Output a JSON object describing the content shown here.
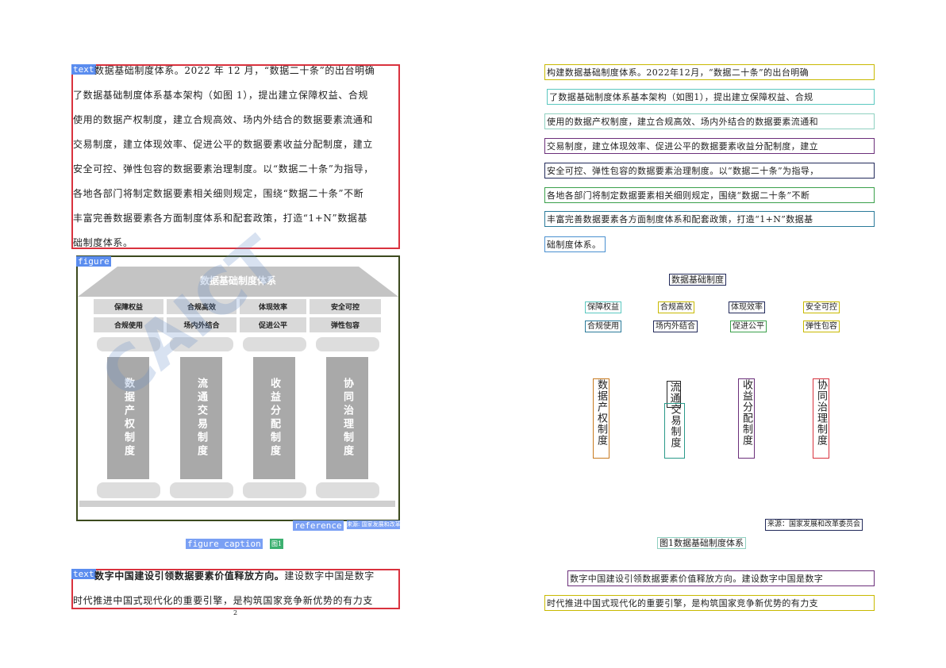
{
  "left": {
    "tags": {
      "text": "text",
      "figure": "figure",
      "reference": "reference",
      "figure_caption": "figure_caption",
      "caption_small": "图1",
      "reference_small": "来源: 国家发展和改革委员会"
    },
    "paragraph1": [
      "数据基础制度体系。2022 年 12 月，“数据二十条”的出台明确",
      "了数据基础制度体系基本架构（如图 1），提出建立保障权益、合规",
      "使用的数据产权制度，建立合规高效、场内外结合的数据要素流通和",
      "交易制度，建立体现效率、促进公平的数据要素收益分配制度，建立",
      "安全可控、弹性包容的数据要素治理制度。以“数据二十条”为指导，",
      "各地各部门将制定数据要素相关细则规定，围绕“数据二十条”不断",
      "丰富完善数据要素各方面制度体系和配套政策，打造“1+N”数据基",
      "础制度体系。"
    ],
    "figure": {
      "roof_title": "数据基础制度体系",
      "cells_row1": [
        "保障权益",
        "合规高效",
        "体现效率",
        "安全可控"
      ],
      "cells_row2": [
        "合规使用",
        "场内外结合",
        "促进公平",
        "弹性包容"
      ],
      "pillars": [
        "数据产权制度",
        "流通交易制度",
        "收益分配制度",
        "协同治理制度"
      ]
    },
    "paragraph2_bold": "数字中国建设引领数据要素价值释放方向。",
    "paragraph2_line1_rest": "建设数字中国是数字",
    "paragraph2_line2": "时代推进中国式现代化的重要引擎，是构筑国家竞争新优势的有力支",
    "page_number": "2"
  },
  "right": {
    "paragraph1": [
      "构建数据基础制度体系。2022年12月，“数据二十条”的出台明确",
      "了数据基础制度体系基本架构（如图1），提出建立保障权益、合规",
      "使用的数据产权制度，建立合规高效、场内外结合的数据要素流通和",
      "交易制度，建立体现效率、促进公平的数据要素收益分配制度，建立",
      "安全可控、弹性包容的数据要素治理制度。以“数据二十条”为指导，",
      "各地各部门将制定数据要素相关细则规定，围绕“数据二十条”不断",
      "丰富完善数据要素各方面制度体系和配套政策，打造“1+N”数据基",
      "础制度体系。"
    ],
    "figure_title": "数据基础制度",
    "cells_row1": [
      "保障权益",
      "合规高效",
      "体现效率",
      "安全可控"
    ],
    "cells_row2": [
      "合规使用",
      "场内外结合",
      "促进公平",
      "弹性包容"
    ],
    "pillars": [
      "数据产权制度",
      "流通",
      "交易制度",
      "收益分配制度",
      "协同治理制度"
    ],
    "source": "来源：国家发展和改革委员会",
    "caption": "图1数据基础制度体系",
    "paragraph2": [
      "数字中国建设引领数据要素价值释放方向。建设数字中国是数字",
      "时代推进中国式现代化的重要引擎，是构筑国家竞争新优势的有力支"
    ],
    "colors": [
      "#c8b900",
      "#5bc8c0",
      "#8fd0c0",
      "#6b2f7a",
      "#222a5a",
      "#3aa04a",
      "#2a7a9a",
      "#4a90d0"
    ]
  }
}
